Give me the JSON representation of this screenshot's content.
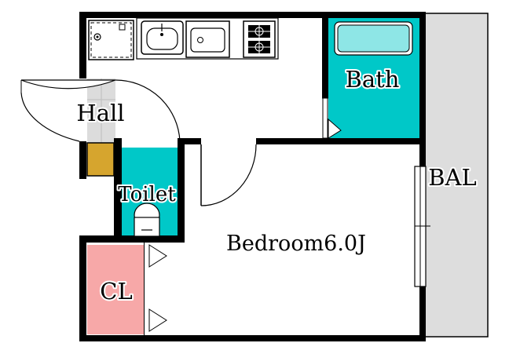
{
  "rooms": {
    "hall": "Hall",
    "bath": "Bath",
    "toilet": "Toilet",
    "bedroom": "Bedroom6.0J",
    "closet": "CL",
    "balcony": "BAL"
  },
  "colors": {
    "wall": "#000000",
    "bath_fill": "#00c8c8",
    "toilet_fill": "#00c8c8",
    "closet_fill": "#f7a8a8",
    "balcony_fill": "#dddddd",
    "hall_tile": "#dcdcdc",
    "shoe_box": "#d6a52e"
  },
  "icons": {
    "washer": "washing-machine-icon",
    "sink": "sink-icon",
    "kitchen_sink": "kitchen-sink-icon",
    "stove": "gas-stove-icon",
    "bathtub": "bathtub-icon",
    "toilet": "toilet-icon"
  }
}
